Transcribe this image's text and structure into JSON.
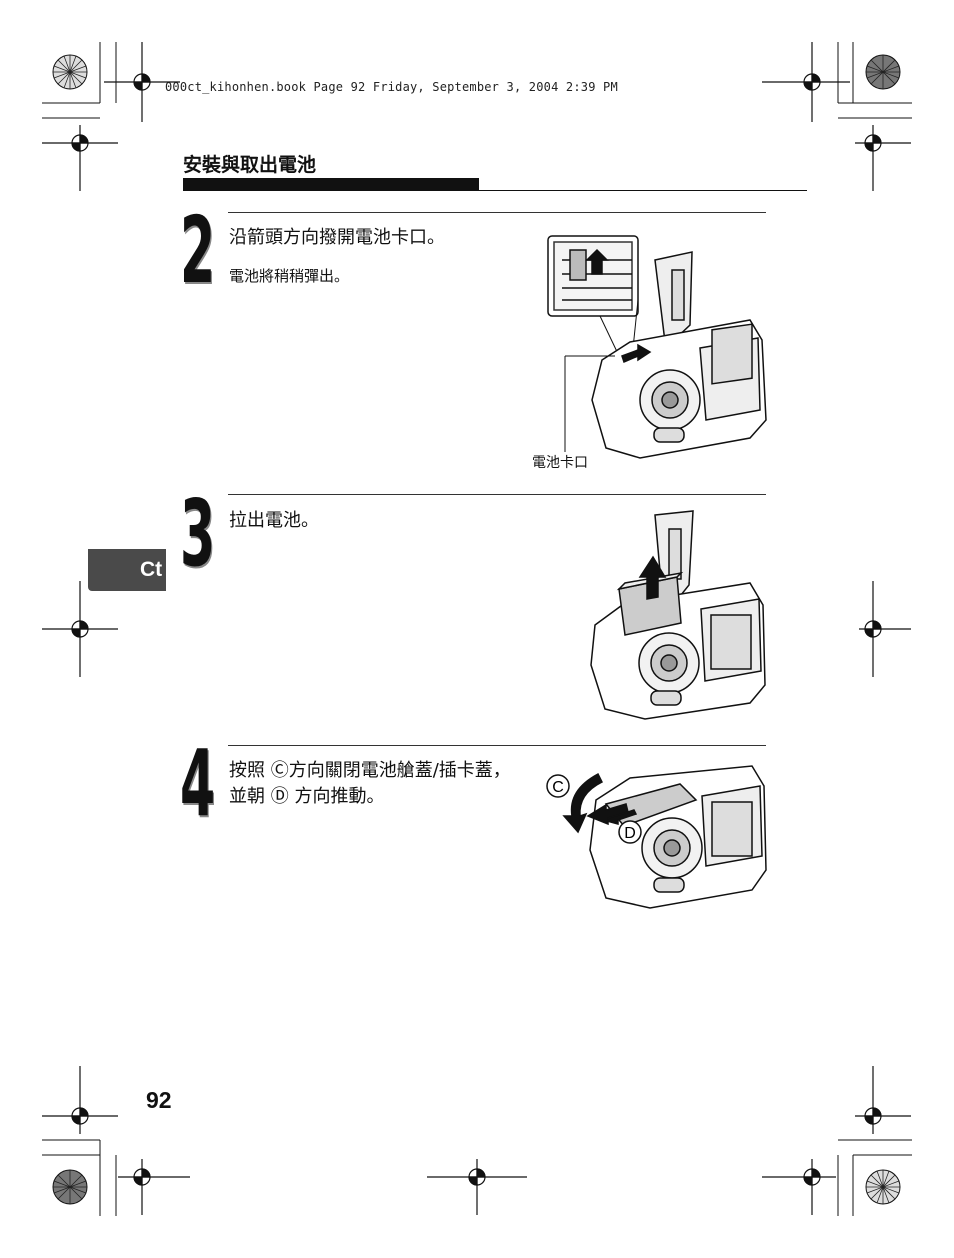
{
  "print_header": "000ct_kihonhen.book  Page 92  Friday, September 3, 2004  2:39 PM",
  "section_title": "安裝與取出電池",
  "side_tab": "Ct",
  "page_number": "92",
  "steps": [
    {
      "number": "2",
      "text": "沿箭頭方向撥開電池卡口。",
      "subtext": "電池將稍稍彈出。",
      "callout": "電池卡口"
    },
    {
      "number": "3",
      "text": "拉出電池。"
    },
    {
      "number": "4",
      "line1": "按照 Ⓒ方向關閉電池艙蓋/插卡蓋，",
      "line2": "並朝 Ⓓ 方向推動。",
      "marker_c": "C",
      "marker_d": "D"
    }
  ]
}
